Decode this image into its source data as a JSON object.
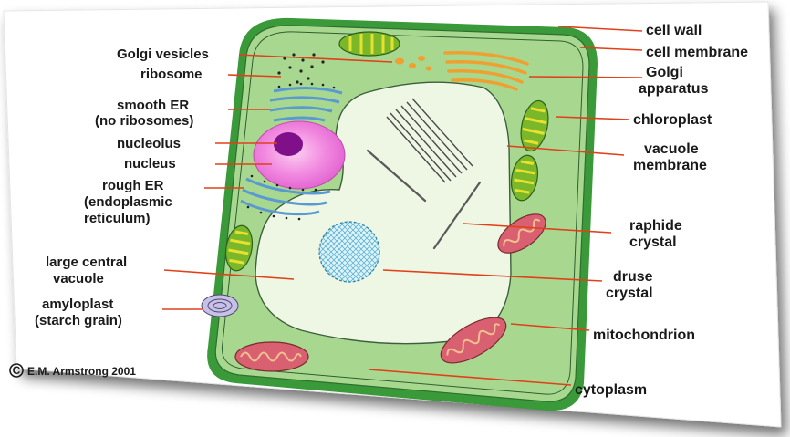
{
  "labels": {
    "golgi_vesicles": "Golgi vesicles",
    "ribosome": "ribosome",
    "smooth_er_1": "smooth ER",
    "smooth_er_2": "(no ribosomes)",
    "nucleolus": "nucleolus",
    "nucleus": "nucleus",
    "rough_er_1": "rough ER",
    "rough_er_2": "(endoplasmic",
    "rough_er_3": "reticulum)",
    "large_vacuole_1": "large central",
    "large_vacuole_2": "vacuole",
    "amyloplast_1": "amyloplast",
    "amyloplast_2": "(starch grain)",
    "cell_wall": "cell wall",
    "cell_membrane": "cell membrane",
    "golgi_apparatus_1": "Golgi",
    "golgi_apparatus_2": "apparatus",
    "chloroplast": "chloroplast",
    "vacuole_membrane_1": "vacuole",
    "vacuole_membrane_2": "membrane",
    "raphide_crystal_1": "raphide",
    "raphide_crystal_2": "crystal",
    "druse_crystal_1": "druse",
    "druse_crystal_2": "crystal",
    "mitochondrion": "mitochondrion",
    "cytoplasm": "cytoplasm"
  },
  "credit": {
    "symbol": "C",
    "text": "E.M. Armstrong 2001"
  },
  "colors": {
    "cell_wall": "#3a9a3a",
    "cytoplasm": "#a8d890",
    "vacuole": "#eef6e4",
    "nucleus": "#f080d8",
    "nucleolus": "#80108a",
    "chloroplast": "#7ab82a",
    "chloroplast_stripes": "#e8e030",
    "mitochondrion": "#d86070",
    "golgi": "#f0a030",
    "er": "#80b8e0",
    "arrow": "#e0401a"
  }
}
